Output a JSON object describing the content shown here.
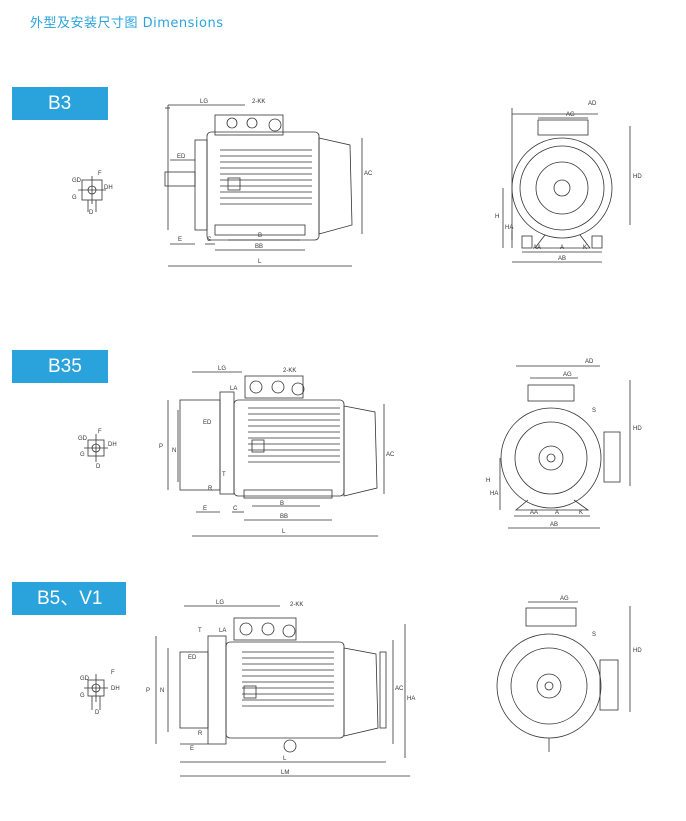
{
  "page": {
    "title": "外型及安装尺寸图 Dimensions"
  },
  "sections": [
    {
      "tag": "B3",
      "shaft": {
        "labels": [
          "F",
          "GD",
          "DH",
          "G",
          "D"
        ]
      },
      "side": {
        "labels": [
          "LG",
          "2-KK",
          "ED",
          "AC",
          "E",
          "C",
          "B",
          "BB",
          "L"
        ]
      },
      "end": {
        "labels": [
          "AD",
          "AG",
          "HD",
          "H",
          "HA",
          "AA",
          "A",
          "K",
          "AB"
        ]
      }
    },
    {
      "tag": "B35",
      "shaft": {
        "labels": [
          "F",
          "GD",
          "DH",
          "G",
          "D"
        ]
      },
      "side": {
        "labels": [
          "LG",
          "2-KK",
          "LA",
          "ED",
          "P",
          "N",
          "T",
          "R",
          "AC",
          "E",
          "C",
          "B",
          "BB",
          "L"
        ]
      },
      "end": {
        "labels": [
          "AD",
          "AG",
          "S",
          "HD",
          "H",
          "HA",
          "AA",
          "A",
          "K",
          "AB"
        ]
      }
    },
    {
      "tag": "B5、V1",
      "shaft": {
        "labels": [
          "F",
          "GD",
          "DH",
          "G",
          "D"
        ]
      },
      "side": {
        "labels": [
          "LG",
          "2-KK",
          "T",
          "LA",
          "ED",
          "P",
          "N",
          "AC",
          "HA",
          "R",
          "E",
          "L",
          "LM"
        ]
      },
      "end": {
        "labels": [
          "AG",
          "S",
          "HD"
        ]
      }
    }
  ]
}
